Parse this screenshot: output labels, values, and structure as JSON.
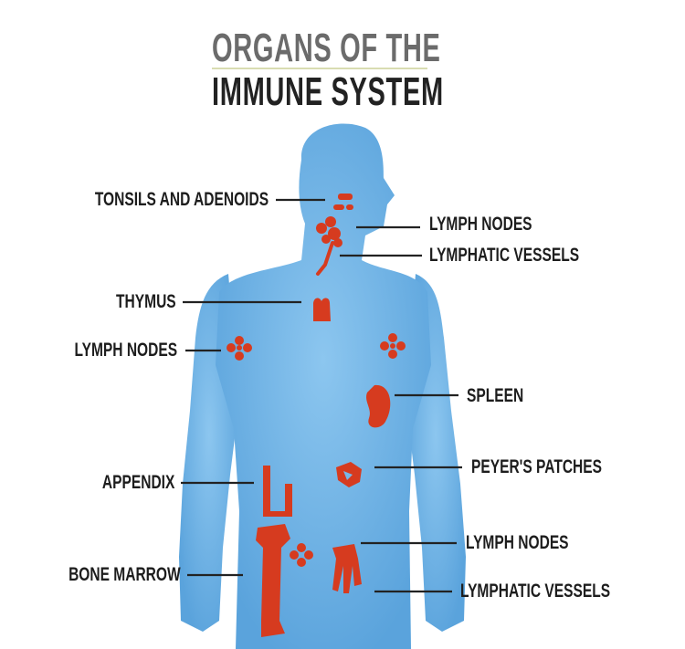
{
  "title": {
    "line1": "ORGANS OF THE",
    "line2": "IMMUNE SYSTEM"
  },
  "colors": {
    "body": "#74b4e4",
    "organ": "#d63b1f",
    "title_gray": "#6b6b6b",
    "underline": "#d9dcb2",
    "leader": "#222222"
  },
  "labels": {
    "tonsils": "TONSILS AND ADENOIDS",
    "lymph_nodes_neck": "LYMPH NODES",
    "lymphatic_vessels_neck": "LYMPHATIC VESSELS",
    "thymus": "THYMUS",
    "lymph_nodes_armpit": "LYMPH NODES",
    "spleen": "SPLEEN",
    "peyers_patches": "PEYER'S PATCHES",
    "appendix": "APPENDIX",
    "lymph_nodes_groin": "LYMPH NODES",
    "bone_marrow": "BONE MARROW",
    "lymphatic_vessels_leg": "LYMPHATIC VESSELS"
  }
}
